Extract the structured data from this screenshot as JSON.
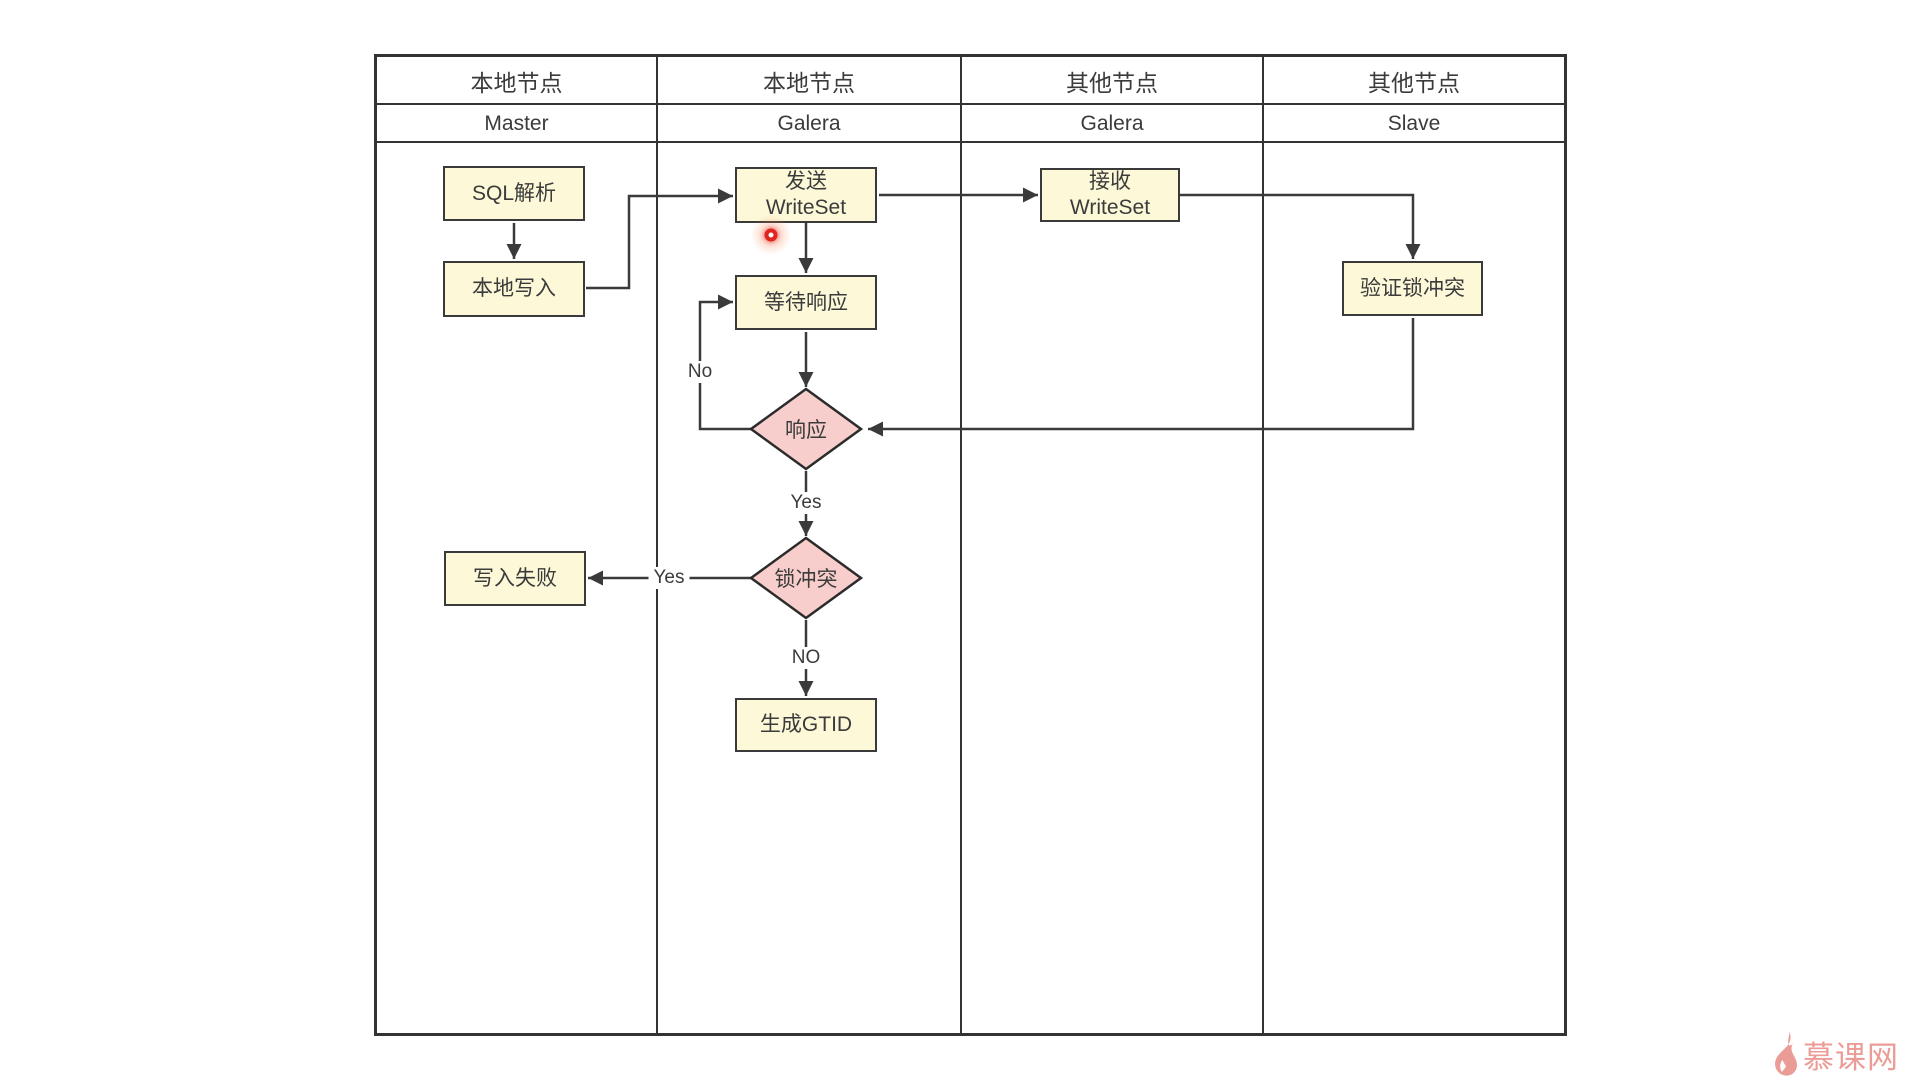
{
  "diagram": {
    "lanes": [
      {
        "group": "本地节点",
        "role": "Master"
      },
      {
        "group": "本地节点",
        "role": "Galera"
      },
      {
        "group": "其他节点",
        "role": "Galera"
      },
      {
        "group": "其他节点",
        "role": "Slave"
      }
    ],
    "nodes": {
      "sql_parse": "SQL解析",
      "local_write": "本地写入",
      "send_writeset": "发送\nWriteSet",
      "wait_response": "等待响应",
      "response_decision": "响应",
      "lock_conflict_decision": "锁冲突",
      "write_fail": "写入失败",
      "generate_gtid": "生成GTID",
      "receive_writeset": "接收\nWriteSet",
      "verify_lock_conflict": "验证锁冲突"
    },
    "edge_labels": {
      "no_loop": "No",
      "yes_response": "Yes",
      "yes_conflict": "Yes",
      "no_conflict": "NO"
    },
    "colors": {
      "box_fill": "#FCF8D8",
      "box_border": "#3A3A3A",
      "diamond_fill": "#F8CECC",
      "diamond_border": "#2B2B2B",
      "line": "#3A3A3A",
      "table_border": "#333333",
      "laser_dot": "#E02420",
      "watermark": "#EC9C96"
    }
  },
  "watermark": {
    "label": "慕课网"
  }
}
